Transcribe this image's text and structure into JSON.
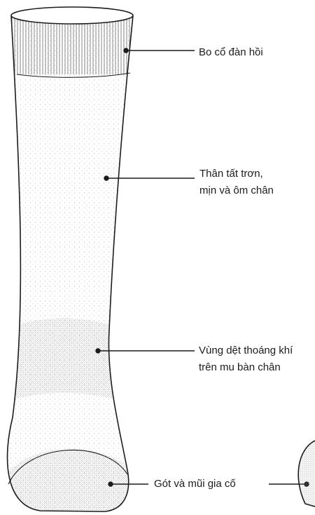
{
  "callouts": {
    "cuff": {
      "text": "Bo cổ đàn hồi"
    },
    "body": {
      "line1": "Thân tất trơn,",
      "line2": "mịn và ôm chân"
    },
    "vent": {
      "line1": "Vùng dệt thoáng khí",
      "line2": "trên mu bàn chân"
    },
    "heel": {
      "text": "Gót và mũi gia cố"
    }
  },
  "colors": {
    "ink": "#1c1c1c",
    "paper": "#ffffff",
    "stipple": "#9a9a9a"
  }
}
